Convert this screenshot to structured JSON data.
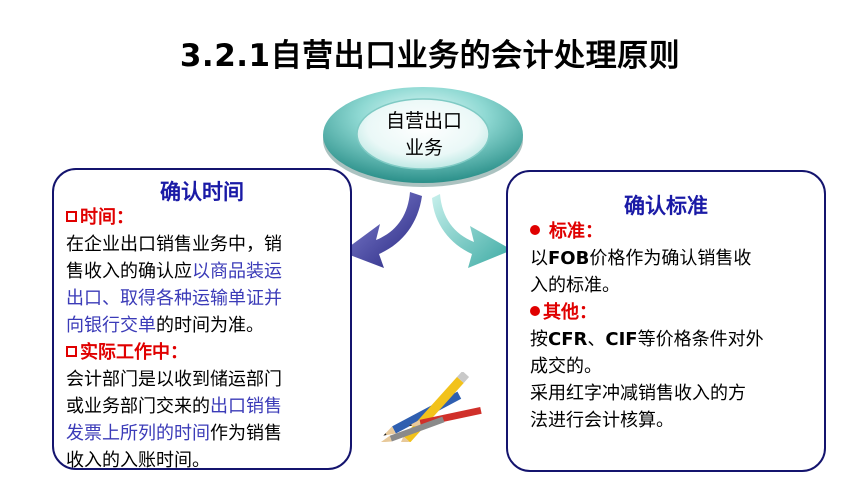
{
  "title": "3.2.1自营出口业务的会计处理原则",
  "hub": {
    "line1": "自营出口",
    "line2": "业务"
  },
  "left_box": {
    "title": "确认时间",
    "heading1": "时间：",
    "p1_line1": "在企业出口销售业务中，销",
    "p1_line2_a": "售收入的确认应",
    "p1_line2_b": "以商品装运",
    "p1_line3": "出口、取得各种运输单证并",
    "p1_line4_a": "向银行交单",
    "p1_line4_b": "的时间为准。",
    "heading2": "实际工作中：",
    "p2_line1": "会计部门是以收到储运部门",
    "p2_line2_a": "或业务部门交来的",
    "p2_line2_b": "出口销售",
    "p2_line3_a": "发票上所列的时间",
    "p2_line3_b": "作为销售",
    "p2_line4": "收入的入账时间。"
  },
  "right_box": {
    "title": "确认标准",
    "heading1": "标准：",
    "p1_line1_a": "以",
    "p1_line1_b": "FOB",
    "p1_line1_c": "价格作为确认销售收",
    "p1_line2": "入的标准。",
    "heading2": "其他：",
    "p2_line1_a": "按",
    "p2_line1_b": "CFR",
    "p2_line1_c": "、",
    "p2_line1_d": "CIF",
    "p2_line1_e": "等价格条件对外",
    "p2_line2": "成交的。",
    "p3_line1": "采用红字冲减销售收入的方",
    "p3_line2": "法进行会计核算。"
  },
  "colors": {
    "box_border": "#14146e",
    "title_blue": "#1a1aa6",
    "heading_red": "#e00000",
    "emphasis_blue": "#3b3bb8",
    "arrow_left": "#3a3aa6",
    "arrow_right": "#5ec6c0",
    "hub_teal": "#6fcfc8"
  },
  "icons": {
    "decoration": "pencils-icon"
  }
}
